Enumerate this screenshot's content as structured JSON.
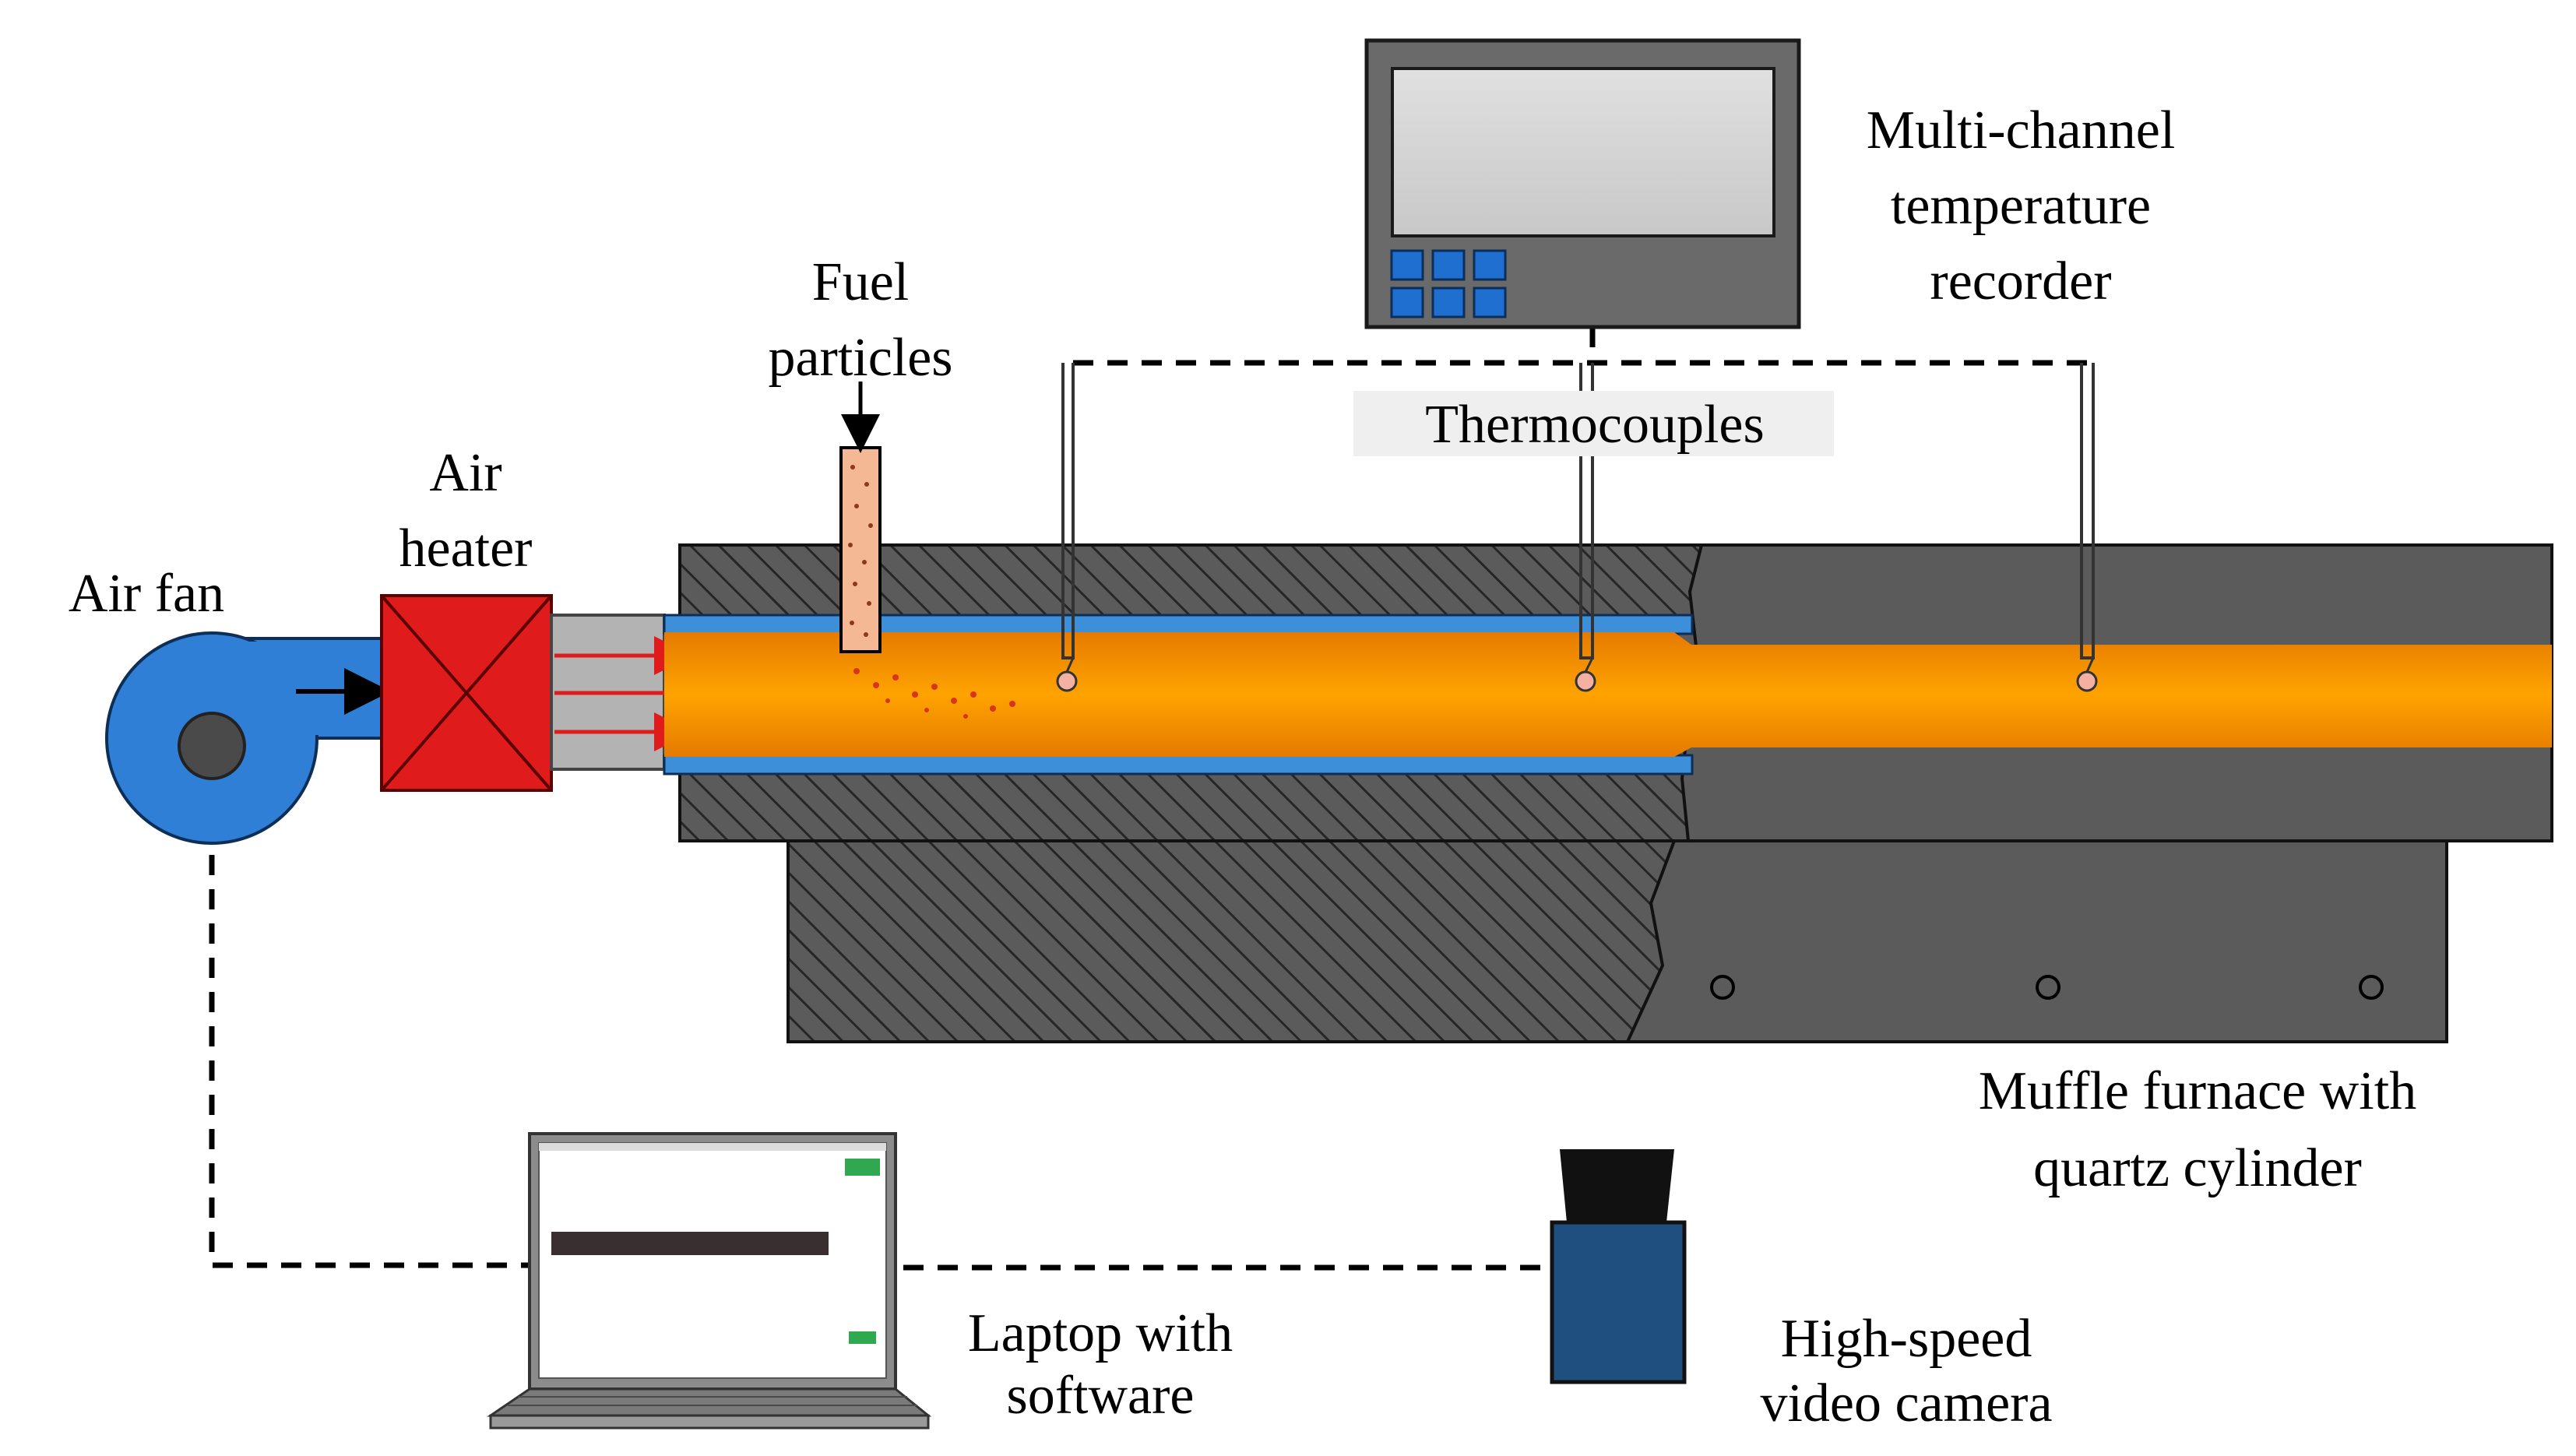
{
  "labels": {
    "air_fan": "Air fan",
    "air_heater_line1": "Air",
    "air_heater_line2": "heater",
    "fuel_line1": "Fuel",
    "fuel_line2": "particles",
    "recorder_line1": "Multi-channel",
    "recorder_line2": "temperature",
    "recorder_line3": "recorder",
    "thermocouples": "Thermocouples",
    "furnace_line1": "Muffle furnace with",
    "furnace_line2": "quartz cylinder",
    "laptop_line1": "Laptop with",
    "laptop_line2": "software",
    "camera_line1": "High-speed",
    "camera_line2": "video camera"
  },
  "colors": {
    "fan": "#2f7fd6",
    "fan_hub": "#4a4a4a",
    "heater": "#e01b1b",
    "flow_arrow": "#e01b1b",
    "flame_core": "#ff9c00",
    "flame_edge": "#e07500",
    "quartz_wall": "#3c8fd8",
    "furnace_gray": "#5b5b5b",
    "recorder_body": "#6a6a6a",
    "recorder_screen": "#d6d6d6",
    "recorder_keys": "#1f6fd0",
    "camera_body": "#1f4f7f",
    "camera_lens": "#111111",
    "fuel_tube": "#f4b894",
    "thermocouple_tip": "#f4b0a0"
  },
  "icons": [
    "fan-icon",
    "heater-icon",
    "recorder-icon",
    "laptop-icon",
    "camera-icon"
  ]
}
